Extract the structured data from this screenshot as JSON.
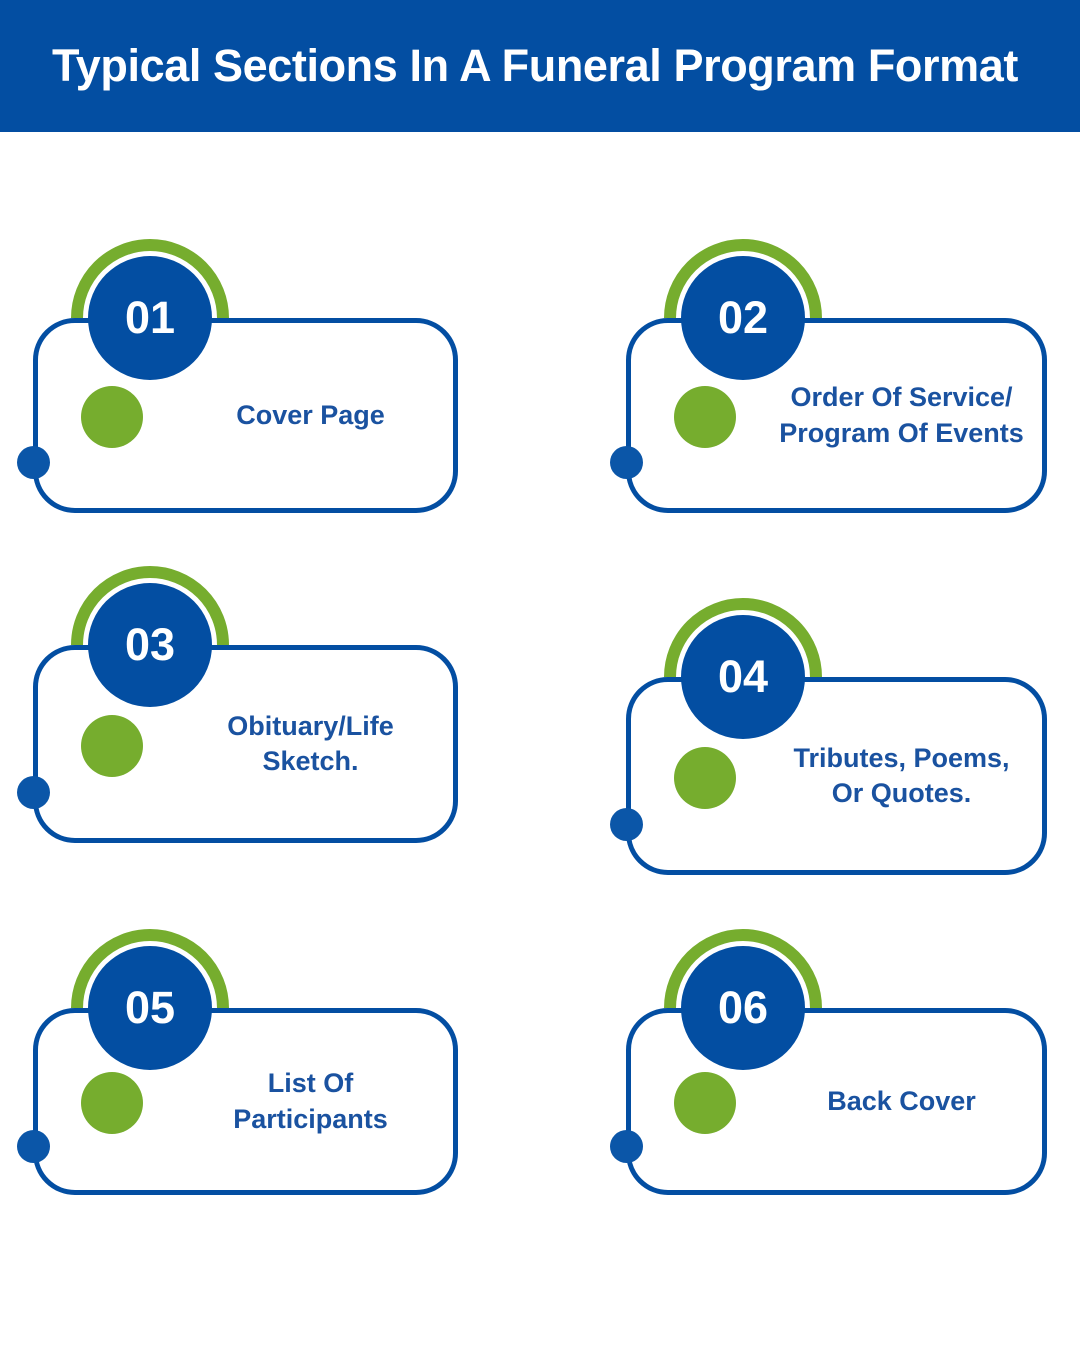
{
  "header": {
    "title": "Typical Sections In A Funeral Program Format",
    "background_color": "#034ea2",
    "text_color": "#ffffff"
  },
  "theme": {
    "brand_blue": "#034ea2",
    "accent_green": "#76ad2e",
    "caption_blue": "#1a52a0",
    "page_background": "#ffffff"
  },
  "cards": [
    {
      "number": "01",
      "lines": [
        "Cover Page"
      ],
      "text": "Cover Page",
      "column": "left",
      "row": 1
    },
    {
      "number": "02",
      "lines": [
        "Order Of Service/",
        "Program Of Events"
      ],
      "text": "Order Of Service/ Program Of Events",
      "column": "right",
      "row": 1
    },
    {
      "number": "03",
      "lines": [
        "Obituary/Life",
        "Sketch."
      ],
      "text": "Obituary/Life Sketch.",
      "column": "left",
      "row": 2
    },
    {
      "number": "04",
      "lines": [
        "Tributes, Poems,",
        "Or Quotes."
      ],
      "text": "Tributes, Poems, Or Quotes.",
      "column": "right",
      "row": 2
    },
    {
      "number": "05",
      "lines": [
        "List Of",
        "Participants"
      ],
      "text": "List Of Participants",
      "column": "left",
      "row": 3
    },
    {
      "number": "06",
      "lines": [
        "Back Cover"
      ],
      "text": "Back Cover",
      "column": "right",
      "row": 3
    }
  ]
}
